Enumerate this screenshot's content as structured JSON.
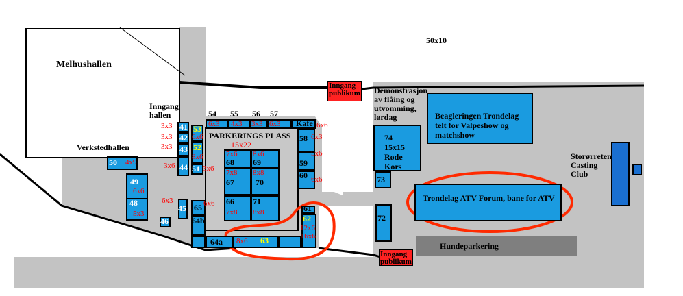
{
  "buildings": {
    "melhushallen": "Melhushallen",
    "verkstedhallen": "Verkstedhallen",
    "inngang_hallen": "Inngang hallen"
  },
  "parking": {
    "title": "PARKERINGS PLASS",
    "size": "15x22"
  },
  "top_label": "50x10",
  "demonstration": "Demonstrasjon av flåing og utvomming, lørdag",
  "entrances": [
    {
      "label": "Inngang publikum"
    },
    {
      "label": "Inngang publikum"
    }
  ],
  "zones": {
    "beagle": "Beagleringen Trondelag telt for Valpeshow og matchshow",
    "atv": "Trondelag ATV Forum, bane for ATV",
    "hundeparkering": "Hundeparkering",
    "casting": "Storørreten Casting Club",
    "rode_kors": {
      "num": "74",
      "size": "15x15",
      "name": "Røde Kors"
    }
  },
  "stalls": [
    {
      "id": "41",
      "size": "3x3"
    },
    {
      "id": "42",
      "size": "3x3"
    },
    {
      "id": "43",
      "size": "3x3"
    },
    {
      "id": "44",
      "size": "3x6"
    },
    {
      "id": "53",
      "size": "6x6"
    },
    {
      "id": "52",
      "size": "8x6"
    },
    {
      "id": "51",
      "size": "3x6"
    },
    {
      "id": "54",
      "size": "6x3"
    },
    {
      "id": "55",
      "size": "4x3"
    },
    {
      "id": "56",
      "size": "3x3"
    },
    {
      "id": "57",
      "size": "6x3"
    },
    {
      "id": "Kafe",
      "size": "6x6+"
    },
    {
      "id": "58",
      "size": "6x3"
    },
    {
      "id": "59",
      "size": "5x6"
    },
    {
      "id": "60",
      "size": "6x6"
    },
    {
      "id": "68",
      "size": "7x6"
    },
    {
      "id": "69",
      "size": "8x6"
    },
    {
      "id": "67",
      "size": "7x8"
    },
    {
      "id": "70",
      "size": "8x8"
    },
    {
      "id": "66",
      "size": "7x8"
    },
    {
      "id": "71",
      "size": "8x8"
    },
    {
      "id": "50",
      "size": "4x9"
    },
    {
      "id": "49",
      "size": "6x6"
    },
    {
      "id": "48",
      "size": "5x3"
    },
    {
      "id": "45",
      "size": "6x3"
    },
    {
      "id": "46",
      "size": ""
    },
    {
      "id": "65",
      "size": "6x6"
    },
    {
      "id": "64b",
      "size": ""
    },
    {
      "id": "",
      "size": ""
    },
    {
      "id": "64a",
      "size": ""
    },
    {
      "id": "63",
      "size": "8x6"
    },
    {
      "id": "",
      "size": ""
    },
    {
      "id": "61",
      "size": ""
    },
    {
      "id": "62",
      "size": "12x6 +6x6"
    },
    {
      "id": "73",
      "size": ""
    },
    {
      "id": "72",
      "size": ""
    }
  ],
  "colors": {
    "stall": "#1a9be0",
    "road": "#c3c3c3",
    "entrance": "#f22",
    "highlight": "#ff2a00"
  }
}
